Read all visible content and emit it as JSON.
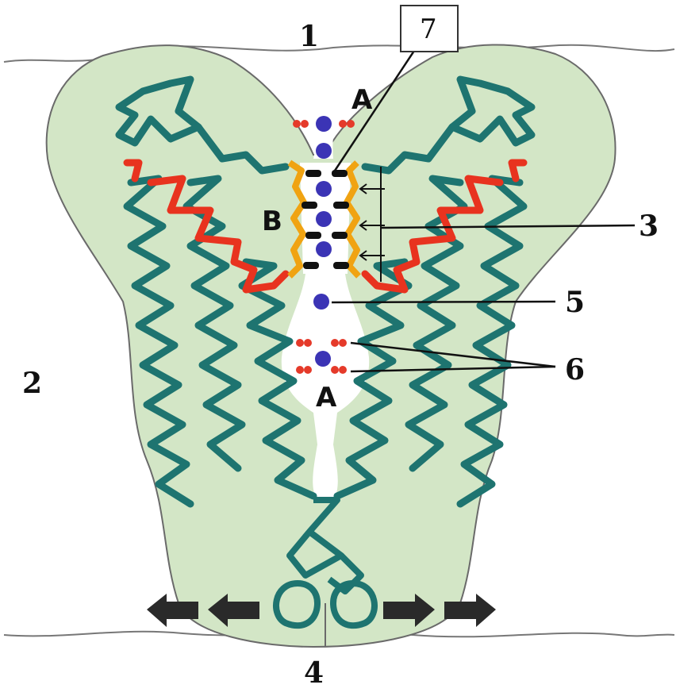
{
  "labels": {
    "n1": "1",
    "n2": "2",
    "n3": "3",
    "n4": "4",
    "n5": "5",
    "n6": "6",
    "n7": "7",
    "a_top": "A",
    "a_bottom": "A",
    "b": "B"
  },
  "colors": {
    "protein_fill": "#d3e6c6",
    "helix": "#1e7470",
    "helix_dark": "#1c5a57",
    "red_loop": "#e8331f",
    "orange_filter": "#f0a312",
    "ion": "#3b34b5",
    "water": "#e53a2a",
    "black_ligand": "#111111",
    "arrow": "#2a2a2a"
  },
  "icons": {
    "ion": "blue-ion-dot",
    "water": "red-water-molecule",
    "dipole": "black-carbonyl-dash",
    "movement_arrow": "block-arrow-icon"
  }
}
